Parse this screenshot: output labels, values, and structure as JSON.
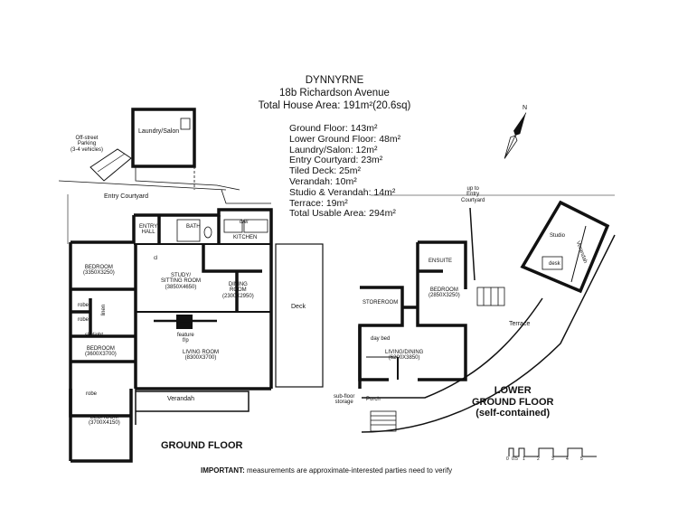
{
  "header": {
    "name": "DYNNYRNE",
    "address": "18b Richardson Avenue",
    "total_area": "Total House Area: 191m²(20.6sq)"
  },
  "areas": [
    "Ground Floor: 143m²",
    "Lower Ground Floor: 48m²",
    "Laundry/Salon: 12m²",
    "Entry Courtyard: 23m²",
    "Tiled Deck: 25m²",
    "Verandah: 10m²",
    "Studio & Verandah: 14m²",
    "Terrace: 19m²",
    "Total Usable Area: 294m²"
  ],
  "rooms": {
    "laundry": "Laundry/Salon",
    "parking": "Off-street\nParking\n(3-4 vehicles)",
    "entry_courtyard": "Entry Courtyard",
    "entry_hall": "ENTRY\nHALL",
    "bath": "BATH",
    "dw": "d/w",
    "kitchen": "KITCHEN",
    "bedroom1": "BEDROOM\n(3350X3250)",
    "cl": "cl",
    "study": "STUDY/\nSITTING ROOM\n(3850X4650)",
    "dining": "DINING\nROOM\n(2300X2950)",
    "robe1": "robe",
    "linen": "linen",
    "robe2": "robe",
    "skylight": "skylight",
    "bedroom2": "BEDROOM\n(3600X3700)",
    "feature": "feature\nf/p",
    "living": "LIVING ROOM\n(8300X3700)",
    "deck": "Deck",
    "robe3": "robe",
    "verandah": "Verandah",
    "bedroom3": "BEDROOM\n(3700X4150)",
    "ensuite": "ENSUITE",
    "bedroom_lower": "BEDROOM\n(2850X3250)",
    "storeroom": "STOREROOM",
    "day_bed": "day bed",
    "living_dining": "LIVING/DINING\n(6200X3850)",
    "subfloor": "sub-floor\nstorage",
    "porch": "Porch",
    "up_to_entry": "up to\nEntry\nCourtyard",
    "studio": "Studio",
    "desk": "desk",
    "verandah_studio": "Verandah",
    "terrace": "Terrace"
  },
  "floor_labels": {
    "ground": "GROUND FLOOR",
    "lower": "LOWER\nGROUND FLOOR\n(self-contained)"
  },
  "compass_label": "N",
  "scale_ticks": [
    "0",
    "0.5",
    "1",
    "2",
    "3",
    "4",
    "5"
  ],
  "footer": {
    "important": "IMPORTANT:",
    "note": " measurements are approximate-interested parties need to verify"
  }
}
